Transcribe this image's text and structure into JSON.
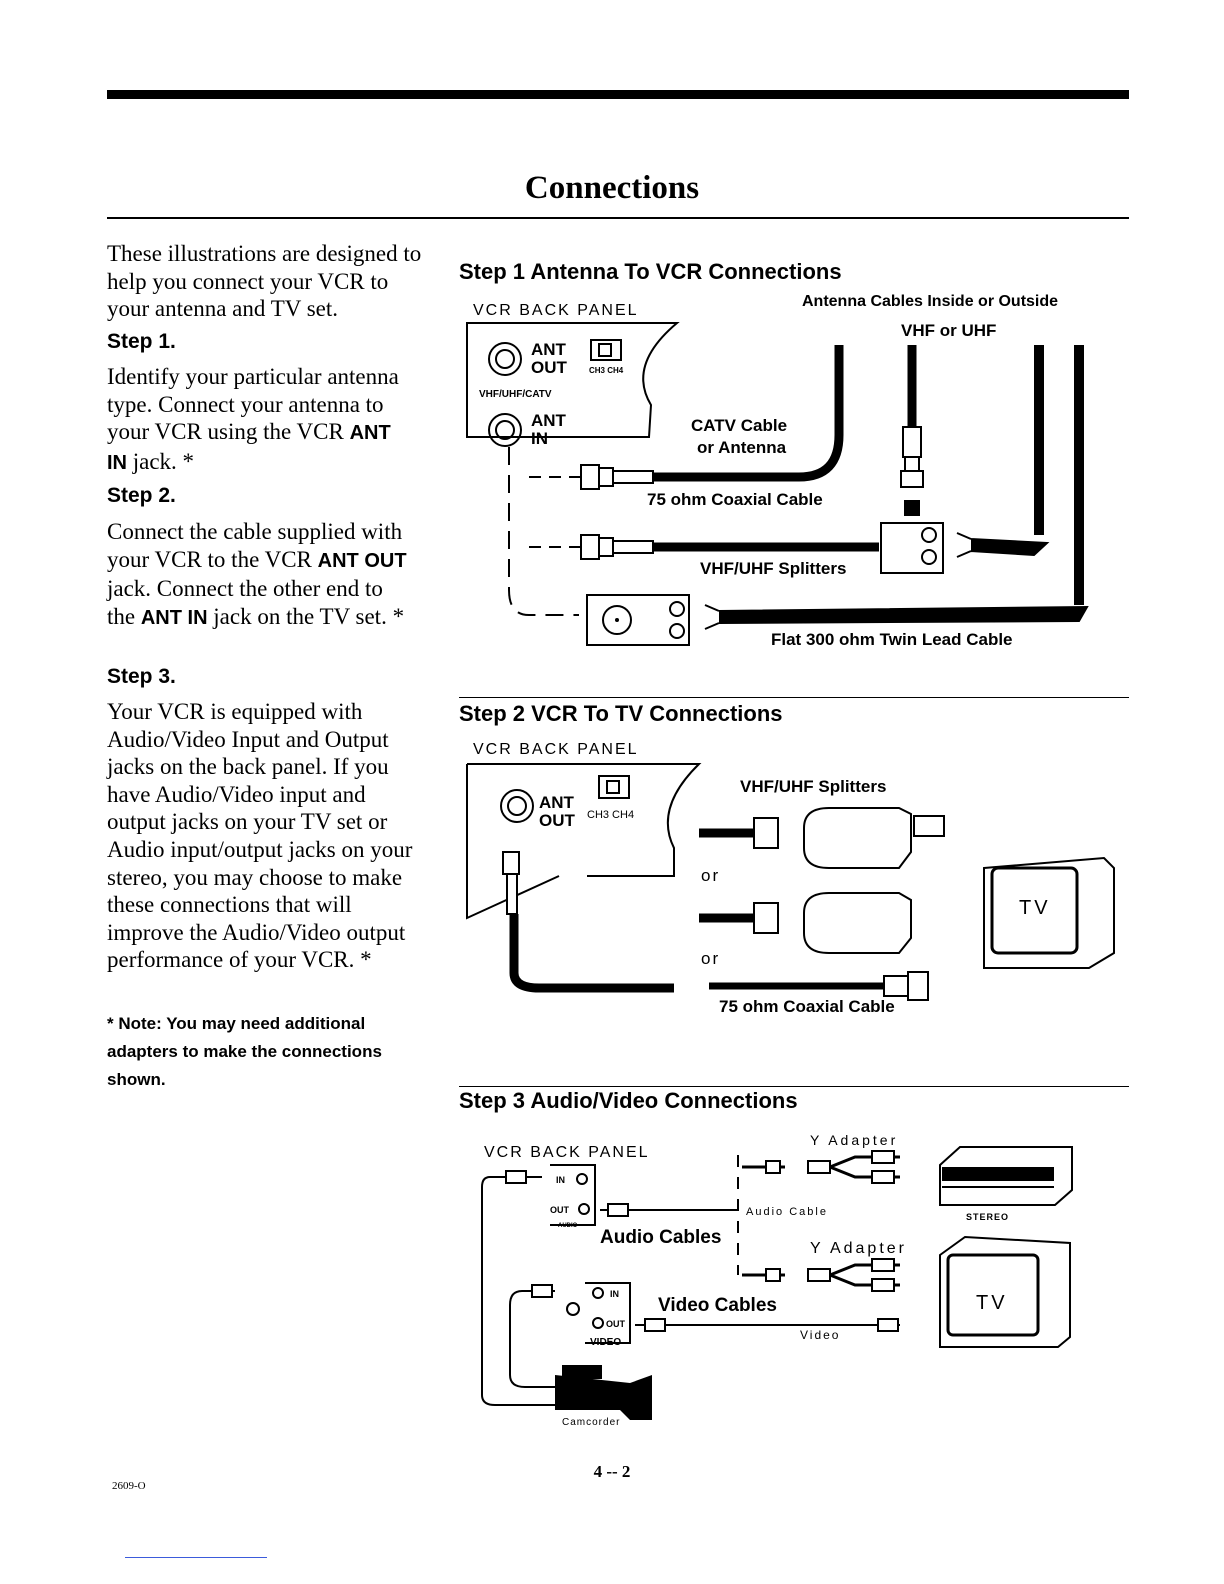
{
  "page": {
    "title": "Connections",
    "page_number": "4 -- 2",
    "doc_code": "2609-O"
  },
  "left_column": {
    "intro": "These illustrations are designed to help you connect your VCR to your antenna and TV set.",
    "step1_heading": "Step 1.",
    "step1_text_a": "Identify your particular antenna type. Connect your antenna to your VCR using the VCR",
    "step1_kw": "ANT IN",
    "step1_text_b": "jack. *",
    "step2_heading": "Step 2.",
    "step2_text_a": "Connect the cable supplied with your VCR to the VCR",
    "step2_kw1": "ANT OUT",
    "step2_text_b": "jack. Connect the other end to the",
    "step2_kw2": "ANT IN",
    "step2_text_c": "jack on the TV set. *",
    "step3_heading": "Step 3.",
    "step3_text": "Your VCR is equipped with Audio/Video Input and Output jacks on the back panel. If you have Audio/Video input and output jacks on your TV set or Audio input/output jacks on your stereo, you may choose to make these connections that will improve the Audio/Video output performance of your VCR. *",
    "note": "* Note: You may need additional adapters to make the connections shown."
  },
  "diagram1": {
    "heading": "Step 1 Antenna To VCR Connections",
    "panel_label": "VCR BACK PANEL",
    "antenna_title": "Antenna Cables Inside or Outside",
    "vhf_uhf": "VHF or UHF",
    "ant_out_top": "ANT",
    "ant_out_bottom": "OUT",
    "ch": "CH3 CH4",
    "vhf_catv": "VHF/UHF/CATV",
    "ant_in_top": "ANT",
    "ant_in_bottom": "IN",
    "catv_line1": "CATV Cable",
    "catv_line2": "or Antenna",
    "coax": "75 ohm Coaxial Cable",
    "splitters": "VHF/UHF Splitters",
    "twin_lead": "Flat 300 ohm Twin Lead Cable"
  },
  "diagram2": {
    "heading": "Step 2 VCR To TV Connections",
    "panel_label": "VCR BACK PANEL",
    "ant": "ANT",
    "out": "OUT",
    "ch": "CH3 CH4",
    "splitters": "VHF/UHF Splitters",
    "or1": "or",
    "or2": "or",
    "tv": "TV",
    "coax": "75 ohm Coaxial Cable"
  },
  "diagram3": {
    "heading": "Step 3 Audio/Video Connections",
    "panel_label": "VCR BACK PANEL",
    "y_adapter_1": "Y Adapter",
    "y_adapter_2": "Y Adapter",
    "audio_in": "IN",
    "audio_out": "OUT",
    "audio_word": "AUDIO",
    "audio_cable": "Audio Cable",
    "audio_cables": "Audio Cables",
    "stereo": "STEREO",
    "video_in": "IN",
    "video_out": "OUT",
    "video_word": "VIDEO",
    "video_cables": "Video Cables",
    "video": "Video",
    "tv": "TV",
    "camcorder": "Camcorder"
  }
}
